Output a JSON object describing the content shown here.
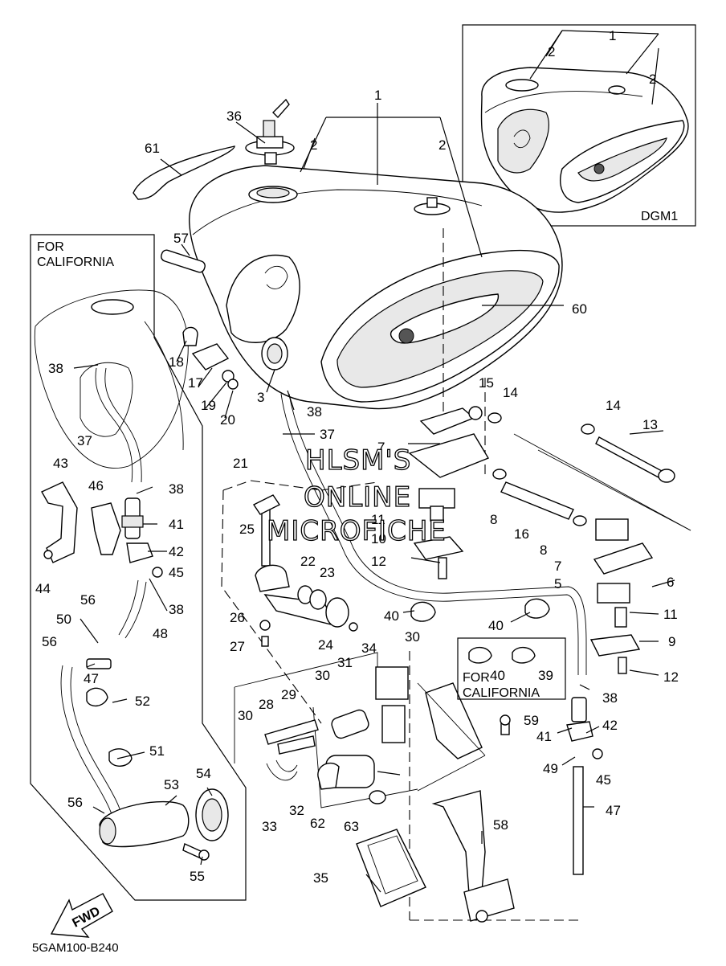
{
  "diagram": {
    "code_label": "5GAM100-B240",
    "fwd_label": "FWD",
    "inset_label": "DGM1",
    "watermark": [
      "HLSM'S",
      "ONLINE",
      "MICROFICHE"
    ],
    "left_box_title": [
      "FOR",
      "CALIFORNIA"
    ],
    "small_box_title": [
      "FOR",
      "CALIFORNIA"
    ],
    "callouts": [
      "1",
      "2",
      "2",
      "36",
      "61",
      "57",
      "60",
      "18",
      "17",
      "19",
      "20",
      "3",
      "38",
      "37",
      "15",
      "14",
      "14",
      "13",
      "7",
      "8",
      "16",
      "8",
      "7",
      "5",
      "6",
      "11",
      "9",
      "12",
      "21",
      "25",
      "10",
      "11",
      "12",
      "22",
      "23",
      "26",
      "27",
      "24",
      "40",
      "40",
      "40",
      "39",
      "34",
      "30",
      "31",
      "30",
      "29",
      "28",
      "30",
      "32",
      "33",
      "62",
      "63",
      "35",
      "58",
      "59",
      "41",
      "42",
      "49",
      "45",
      "47",
      "38",
      "38",
      "38",
      "37",
      "43",
      "46",
      "41",
      "42",
      "44",
      "45",
      "38",
      "56",
      "50",
      "48",
      "56",
      "47",
      "52",
      "51",
      "54",
      "53",
      "56",
      "55",
      "1",
      "2",
      "2"
    ]
  }
}
